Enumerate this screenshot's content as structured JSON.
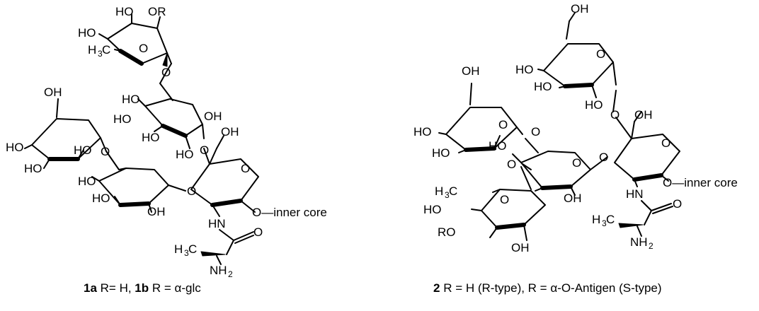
{
  "labels": {
    "oh": "OH",
    "ho": "HO",
    "o": "O",
    "or": "OR",
    "ro": "RO",
    "hn": "HN",
    "nh": "NH",
    "sub2": "2",
    "h3c_h": "H",
    "h3c_3": "3",
    "h3c_c": "C",
    "inner_core": "O—inner core"
  },
  "caption1": {
    "c1a": "1a",
    "c1a_text": " R= H, ",
    "c1b": "1b",
    "c1b_text": " R = α-glc"
  },
  "caption2": {
    "c2": "2",
    "c2_text": " R = H (R-type), R = α-O-Antigen (S-type)"
  }
}
